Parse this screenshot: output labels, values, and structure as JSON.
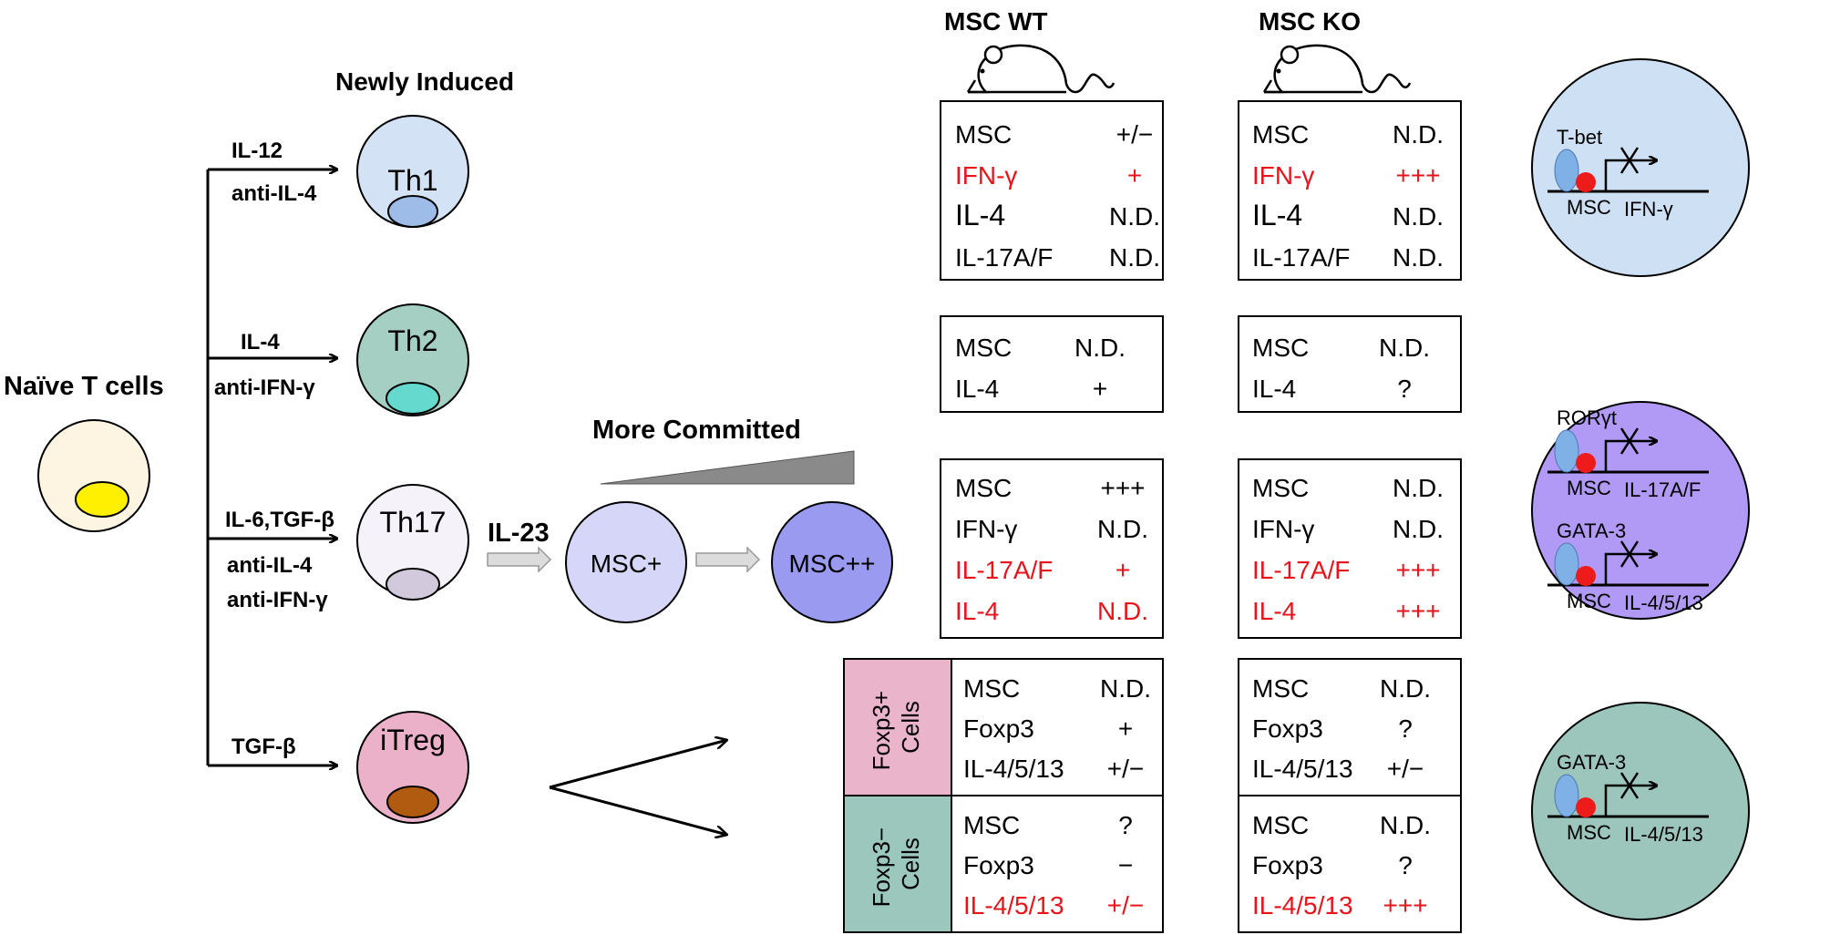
{
  "headers": {
    "newly_induced": "Newly Induced",
    "more_committed": "More Committed",
    "msc_wt": "MSC WT",
    "msc_ko": "MSC KO"
  },
  "naive": {
    "label": "Naïve T cells"
  },
  "branches": [
    {
      "cell": "Th1",
      "cytokines": [
        "IL-12",
        "anti-IL-4"
      ]
    },
    {
      "cell": "Th2",
      "cytokines": [
        "IL-4",
        "anti-IFN-γ"
      ]
    },
    {
      "cell": "Th17",
      "cytokines": [
        "IL-6,TGF-β",
        "anti-IL-4",
        "anti-IFN-γ"
      ]
    },
    {
      "cell": "iTreg",
      "cytokines": [
        "TGF-β"
      ]
    }
  ],
  "commitment": {
    "il23": "IL-23",
    "msc_plus": "MSC+",
    "msc_plusplus": "MSC++"
  },
  "tables": {
    "wt": {
      "th1": [
        {
          "label": "MSC",
          "value": "+/−",
          "red": false
        },
        {
          "label": "IFN-γ",
          "value": "+",
          "red": true
        },
        {
          "label": "IL-4",
          "value": "N.D.",
          "red": false
        },
        {
          "label": "IL-17A/F",
          "value": "N.D.",
          "red": false
        }
      ],
      "th2": [
        {
          "label": "MSC",
          "value": "N.D.",
          "red": false
        },
        {
          "label": "IL-4",
          "value": "+",
          "red": false
        }
      ],
      "th17": [
        {
          "label": "MSC",
          "value": "+++",
          "red": false
        },
        {
          "label": "IFN-γ",
          "value": "N.D.",
          "red": false
        },
        {
          "label": "IL-17A/F",
          "value": "+",
          "red": true
        },
        {
          "label": "IL-4",
          "value": "N.D.",
          "red": true
        }
      ],
      "foxp3_pos": [
        {
          "label": "MSC",
          "value": "N.D.",
          "red": false
        },
        {
          "label": "Foxp3",
          "value": "+",
          "red": false
        },
        {
          "label": "IL-4/5/13",
          "value": "+/−",
          "red": false
        }
      ],
      "foxp3_neg": [
        {
          "label": "MSC",
          "value": "?",
          "red": false
        },
        {
          "label": "Foxp3",
          "value": "−",
          "red": false
        },
        {
          "label": "IL-4/5/13",
          "value": "+/−",
          "red": true
        }
      ]
    },
    "ko": {
      "th1": [
        {
          "label": "MSC",
          "value": "N.D.",
          "red": false
        },
        {
          "label": "IFN-γ",
          "value": "+++",
          "red": true
        },
        {
          "label": "IL-4",
          "value": "N.D.",
          "red": false
        },
        {
          "label": "IL-17A/F",
          "value": "N.D.",
          "red": false
        }
      ],
      "th2": [
        {
          "label": "MSC",
          "value": "N.D.",
          "red": false
        },
        {
          "label": "IL-4",
          "value": "?",
          "red": false
        }
      ],
      "th17": [
        {
          "label": "MSC",
          "value": "N.D.",
          "red": false
        },
        {
          "label": "IFN-γ",
          "value": "N.D.",
          "red": false
        },
        {
          "label": "IL-17A/F",
          "value": "+++",
          "red": true
        },
        {
          "label": "IL-4",
          "value": "+++",
          "red": true
        }
      ],
      "foxp3_pos": [
        {
          "label": "MSC",
          "value": "N.D.",
          "red": false
        },
        {
          "label": "Foxp3",
          "value": "?",
          "red": false
        },
        {
          "label": "IL-4/5/13",
          "value": "+/−",
          "red": false
        }
      ],
      "foxp3_neg": [
        {
          "label": "MSC",
          "value": "N.D.",
          "red": false
        },
        {
          "label": "Foxp3",
          "value": "?",
          "red": false
        },
        {
          "label": "IL-4/5/13",
          "value": "+++",
          "red": true
        }
      ]
    }
  },
  "foxp3_labels": {
    "pos": [
      "Foxp3+",
      "Cells"
    ],
    "neg": [
      "Foxp3−",
      "Cells"
    ]
  },
  "mechanisms": {
    "th1": {
      "tf": "T-bet",
      "msc": "MSC",
      "gene": "IFN-γ"
    },
    "th17_a": {
      "tf": "RORγt",
      "msc": "MSC",
      "gene": "IL-17A/F"
    },
    "th17_b": {
      "tf": "GATA-3",
      "msc": "MSC",
      "gene": "IL-4/5/13"
    },
    "itreg": {
      "tf": "GATA-3",
      "msc": "MSC",
      "gene": "IL-4/5/13"
    }
  },
  "colors": {
    "naive": "#fdf5e2",
    "naive_nucleus": "#ffef00",
    "th1": "#d3e3f5",
    "th1_nucleus": "#9dbde8",
    "th2": "#a6cfc4",
    "th2_nucleus": "#66d9cf",
    "th17": "#f5f3f9",
    "th17_nucleus": "#d3c9dc",
    "itreg": "#ebb1c9",
    "itreg_nucleus": "#b15b11",
    "msc_plus": "#d6d6f8",
    "msc_plusplus": "#9a9af1",
    "mech_th1": "#cee0f3",
    "mech_th17": "#b19af6",
    "mech_itreg": "#9cc6bb",
    "foxp3_pos": "#eab4cb",
    "foxp3_neg": "#9cc7bc",
    "red_text": "#e8141c",
    "tf_oval": "#7fb0e6",
    "msc_dot": "#ee1b1b"
  }
}
